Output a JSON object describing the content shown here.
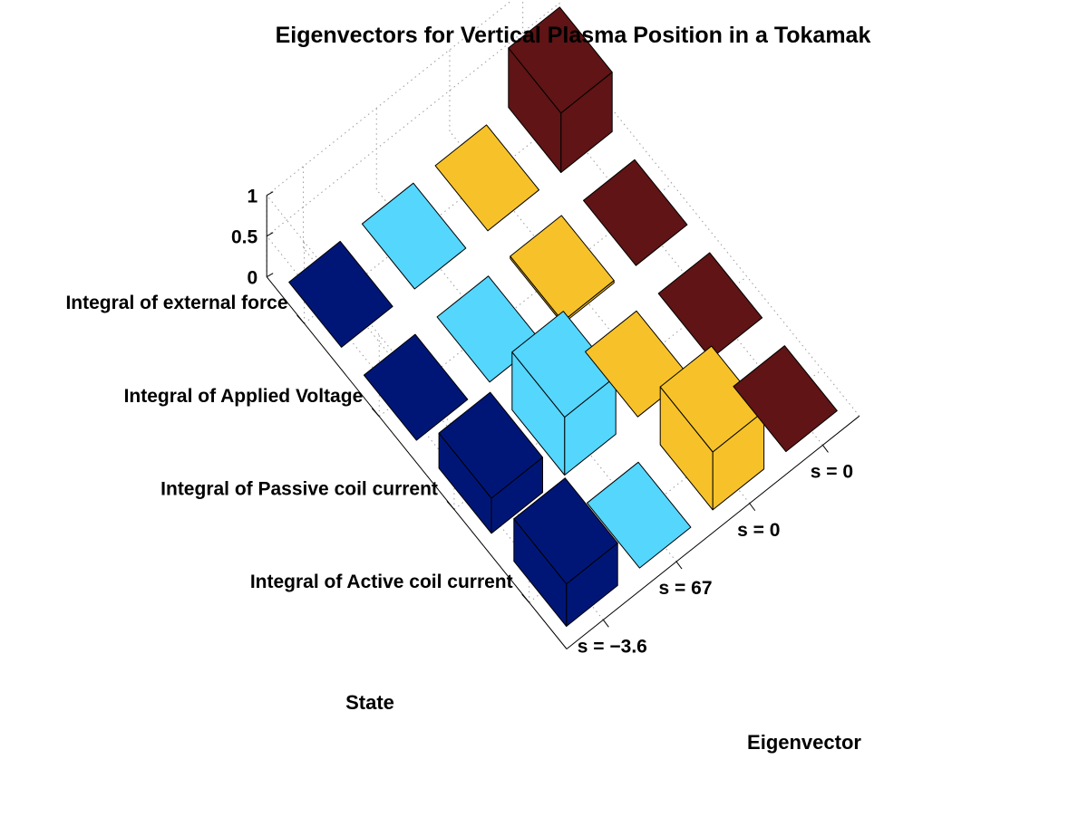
{
  "chart_data": {
    "type": "bar3",
    "title": "Eigenvectors for Vertical Plasma Position in a Tokamak",
    "xlabel": "Eigenvector",
    "ylabel": "State",
    "zlabel": "",
    "zlim": [
      0,
      1
    ],
    "z_ticks": [
      "0",
      "0.5",
      "1"
    ],
    "grid": true,
    "eigenvectors": [
      "s = −3.6",
      "s = 67",
      "s = 0",
      "s = 0"
    ],
    "states": [
      "Integral of Active  coil current",
      "Integral of Passive coil current",
      "Integral of Applied Voltage",
      "Integral of external force"
    ],
    "series": [
      {
        "values": [
          0.52,
          0.43,
          0.0,
          0.0
        ]
      },
      {
        "values": [
          0.0,
          0.71,
          0.0,
          0.0
        ]
      },
      {
        "values": [
          0.71,
          0.0,
          0.03,
          0.0
        ]
      },
      {
        "values": [
          0.0,
          0.0,
          0.0,
          0.73
        ]
      }
    ],
    "colors": [
      "#001677",
      "#55D6FD",
      "#F7C229",
      "#601415"
    ]
  }
}
